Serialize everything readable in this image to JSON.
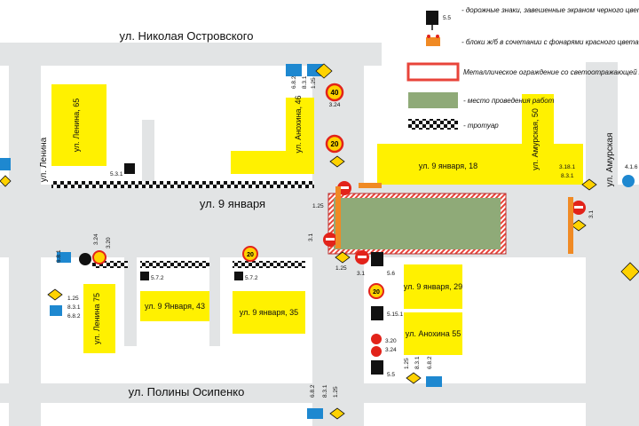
{
  "colors": {
    "road": "#e2e4e5",
    "building": "#fff100",
    "work_area": "#8faa78",
    "fence": "#e8443a",
    "sign_red": "#e2231a",
    "sign_yellow": "#ffd200",
    "sign_blue": "#1e88d0",
    "lamp_orange": "#f08a24",
    "black": "#111111"
  },
  "streets": {
    "ostrovskogo": "ул. Николая Островского",
    "yanvarya_9": "ул. 9 января",
    "osipenko": "ул. Полины Осипенко",
    "lenina": "ул. Ленина",
    "amurskaya": "ул. Амурская"
  },
  "buildings": {
    "lenina_65": "ул. Ленина, 65",
    "anokhina_46": "ул. Анохина, 46",
    "yanvarya_18": "ул. 9 января, 18",
    "amurskaya_50": "ул. Амурская, 50",
    "lenina_75": "ул. Ленина 75",
    "yanvarya_43": "ул. 9 Января, 43",
    "yanvarya_35": "ул. 9 января, 35",
    "yanvarya_29": "ул. 9 января, 29",
    "anokhina_55": "ул. Анохина 55"
  },
  "legend": {
    "covered_signs": "- дорожные знаки, завешенные экраном черного цвета",
    "covered_signs_code": "5.5",
    "concrete_blocks": "- блоки ж/б в сочетании с фонарями красного цвета",
    "fence": "Металлическое ограждение со светоотражающей лентой",
    "work_area": "- место проведения работ",
    "sidewalk": "- тротуар"
  },
  "sign_codes": {
    "c_1_25": "1.25",
    "c_8_3_1": "8.3.1",
    "c_6_8_2": "6.8.2",
    "c_6_8_1": "6.8.1",
    "c_3_24": "3.24",
    "c_3_20": "3.20",
    "c_3_18_1": "3.18.1",
    "c_3_1": "3.1",
    "c_5_3_1": "5.3.1",
    "c_5_5": "5.5",
    "c_5_6": "5.6",
    "c_5_15_1": "5.15.1",
    "c_5_7_2": "5.7.2",
    "c_4_1_6": "4.1.6"
  },
  "speed_limits": {
    "limit_40": "40",
    "limit_20": "20"
  }
}
